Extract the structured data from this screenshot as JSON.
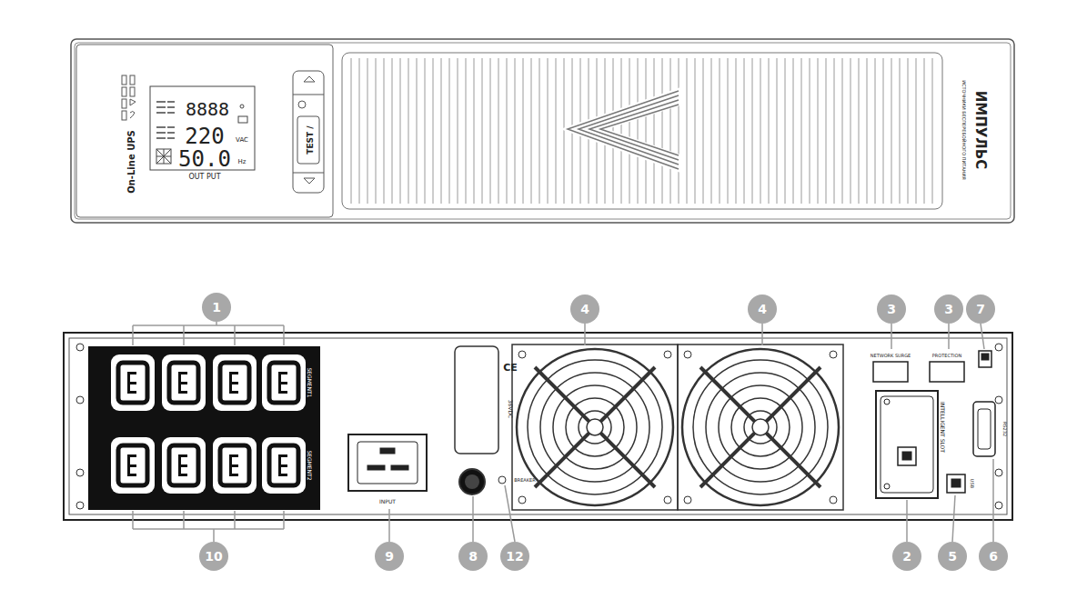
{
  "diagram": {
    "labels": [
      "On-Line UPS",
      "8888",
      "220",
      "VAC",
      "50.0",
      "Hz",
      "OUT PUT",
      "TEST /",
      "ИМПУЛЬС",
      "ИСТОЧНИКИ БЕСПЕРЕБОЙНОГО ПИТАНИЯ",
      "SEGMENT1",
      "SEGMENT2",
      "INPUT",
      "CE",
      "36VDC",
      "BREAKER",
      "NETWORK SURGE",
      "PROTECTION",
      "INTELLIGENT SLOT",
      "RS232",
      "USB",
      "1",
      "4",
      "4",
      "3",
      "3",
      "7",
      "10",
      "9",
      "8",
      "12",
      "2",
      "5",
      "6"
    ]
  }
}
